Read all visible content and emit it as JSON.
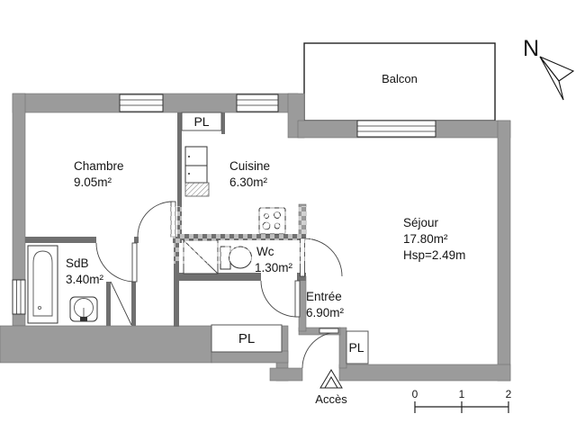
{
  "plan": {
    "title": "floor-plan",
    "rooms": [
      {
        "id": "chambre",
        "name": "Chambre",
        "area": "9.05m²"
      },
      {
        "id": "cuisine",
        "name": "Cuisine",
        "area": "6.30m²"
      },
      {
        "id": "sdb",
        "name": "SdB",
        "area": "3.40m²"
      },
      {
        "id": "wc",
        "name": "Wc",
        "area": "1.30m²"
      },
      {
        "id": "entree",
        "name": "Entrée",
        "area": "6.90m²"
      },
      {
        "id": "sejour",
        "name": "Séjour",
        "area": "17.80m²",
        "ceiling_height": "Hsp=2.49m"
      },
      {
        "id": "balcon",
        "name": "Balcon"
      }
    ],
    "closets": [
      {
        "label": "PL"
      },
      {
        "label": "PL"
      },
      {
        "label": "PL"
      }
    ],
    "compass": {
      "label": "N"
    },
    "entrance": {
      "label": "Accès"
    },
    "scale_bar": {
      "ticks": [
        "0",
        "1",
        "2"
      ]
    },
    "colors": {
      "exterior_wall": "#9b9b9b",
      "partition_wall": "#707070",
      "line": "#333333",
      "background": "#ffffff"
    }
  }
}
